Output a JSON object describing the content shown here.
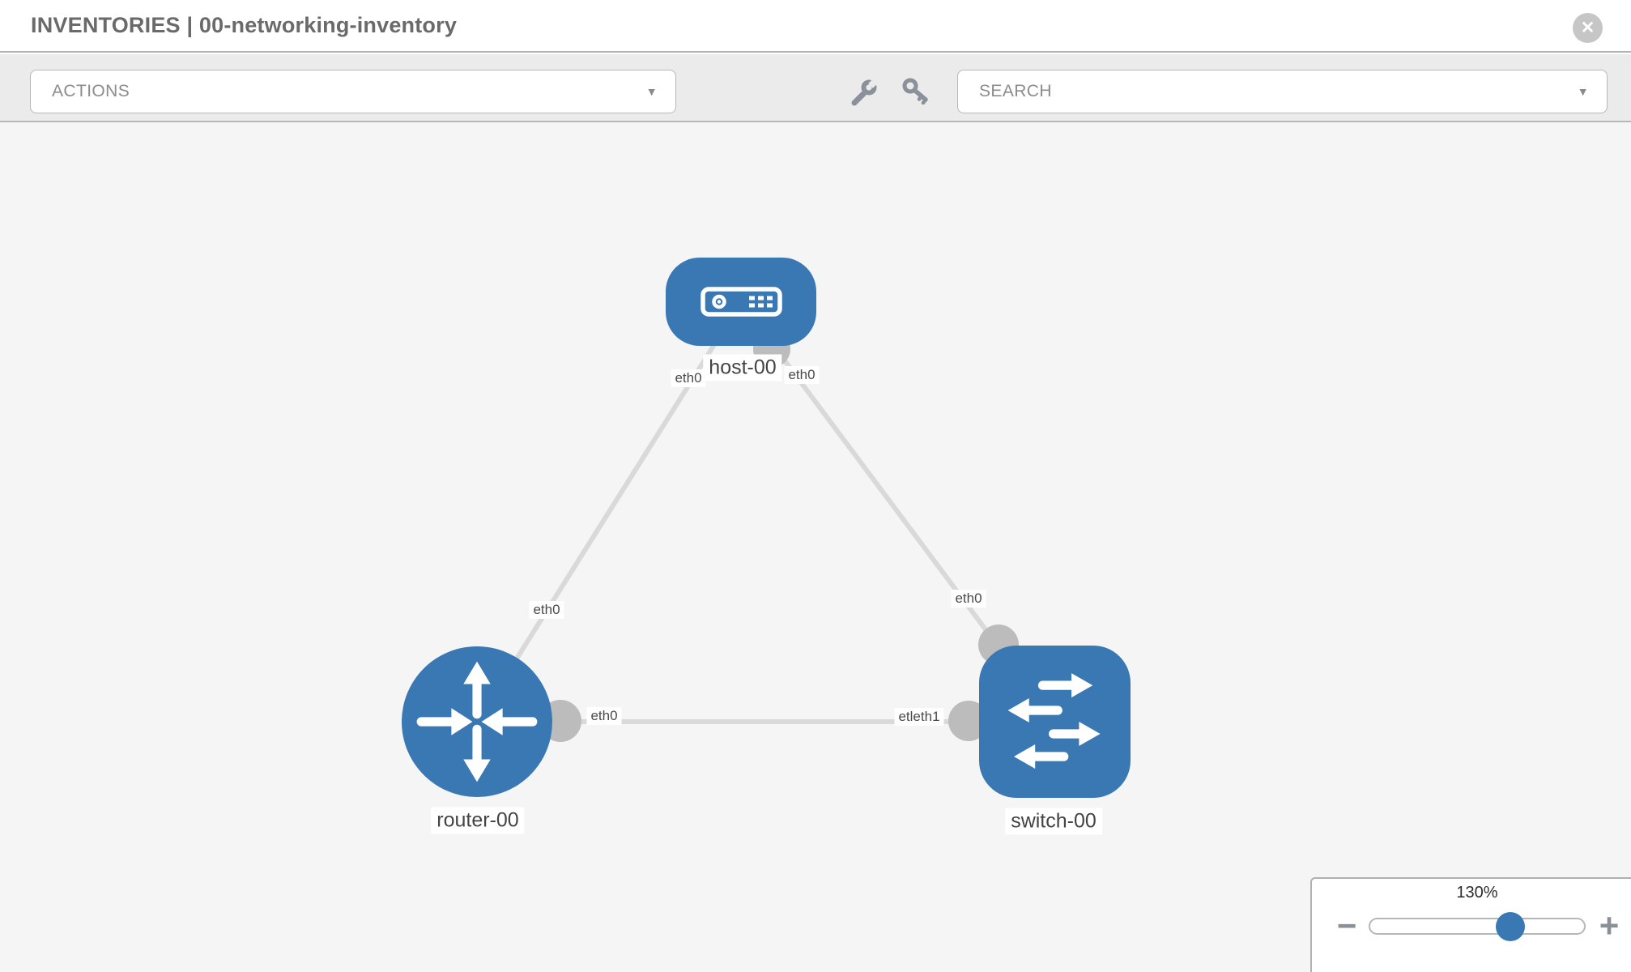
{
  "header": {
    "title": "INVENTORIES | 00-networking-inventory",
    "close_glyph": "✕"
  },
  "toolbar": {
    "actions": {
      "placeholder": "ACTIONS",
      "caret": "▼"
    },
    "search": {
      "placeholder": "SEARCH",
      "caret": "▼"
    },
    "icons": {
      "wrench": "wrench-icon",
      "key": "key-icon"
    }
  },
  "graph": {
    "nodes": [
      {
        "id": "host-00",
        "label": "host-00",
        "type": "host"
      },
      {
        "id": "router-00",
        "label": "router-00",
        "type": "router"
      },
      {
        "id": "switch-00",
        "label": "switch-00",
        "type": "switch"
      }
    ],
    "interface_labels": [
      {
        "id": "host-left",
        "text": "eth0"
      },
      {
        "id": "host-right",
        "text": "eth0"
      },
      {
        "id": "router-uplink",
        "text": "eth0"
      },
      {
        "id": "switch-uplink",
        "text": "eth0"
      },
      {
        "id": "link-router-side",
        "text": "eth0"
      },
      {
        "id": "link-switch-side",
        "text": "etleth1"
      }
    ],
    "colors": {
      "node": "#3a78b4",
      "edge": "#d9d9d9",
      "connector": "#bcbcbc"
    }
  },
  "zoom_control": {
    "level": "130%",
    "minus": "−",
    "plus": "+"
  }
}
